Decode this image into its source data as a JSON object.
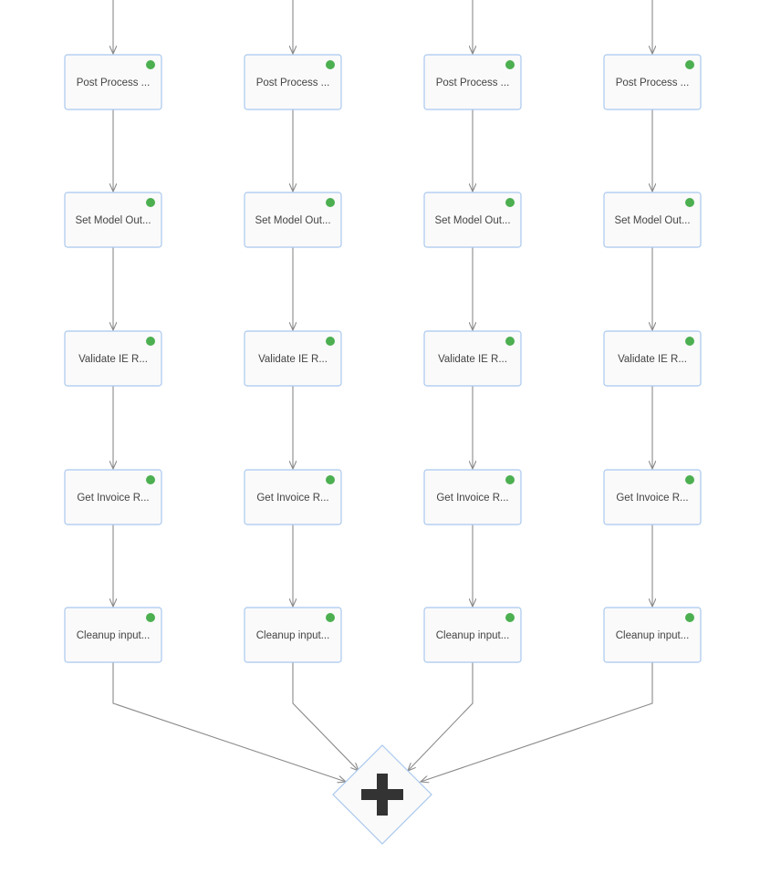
{
  "diagram": {
    "status_color": "#4caf50",
    "arrow_color": "#8a8a8a",
    "node_border_color": "#a9c8ef",
    "columns": [
      {
        "steps": [
          {
            "label": "Post Process ...",
            "status": "completed"
          },
          {
            "label": "Set Model Out...",
            "status": "completed"
          },
          {
            "label": "Validate IE R...",
            "status": "completed"
          },
          {
            "label": "Get Invoice R...",
            "status": "completed"
          },
          {
            "label": "Cleanup input...",
            "status": "completed"
          }
        ]
      },
      {
        "steps": [
          {
            "label": "Post Process ...",
            "status": "completed"
          },
          {
            "label": "Set Model Out...",
            "status": "completed"
          },
          {
            "label": "Validate IE R...",
            "status": "completed"
          },
          {
            "label": "Get Invoice R...",
            "status": "completed"
          },
          {
            "label": "Cleanup input...",
            "status": "completed"
          }
        ]
      },
      {
        "steps": [
          {
            "label": "Post Process ...",
            "status": "completed"
          },
          {
            "label": "Set Model Out...",
            "status": "completed"
          },
          {
            "label": "Validate IE R...",
            "status": "completed"
          },
          {
            "label": "Get Invoice R...",
            "status": "completed"
          },
          {
            "label": "Cleanup input...",
            "status": "completed"
          }
        ]
      },
      {
        "steps": [
          {
            "label": "Post Process ...",
            "status": "completed"
          },
          {
            "label": "Set Model Out...",
            "status": "completed"
          },
          {
            "label": "Validate IE R...",
            "status": "completed"
          },
          {
            "label": "Get Invoice R...",
            "status": "completed"
          },
          {
            "label": "Cleanup input...",
            "status": "completed"
          }
        ]
      }
    ],
    "join_gateway": {
      "type": "parallel",
      "icon": "plus-icon"
    }
  }
}
